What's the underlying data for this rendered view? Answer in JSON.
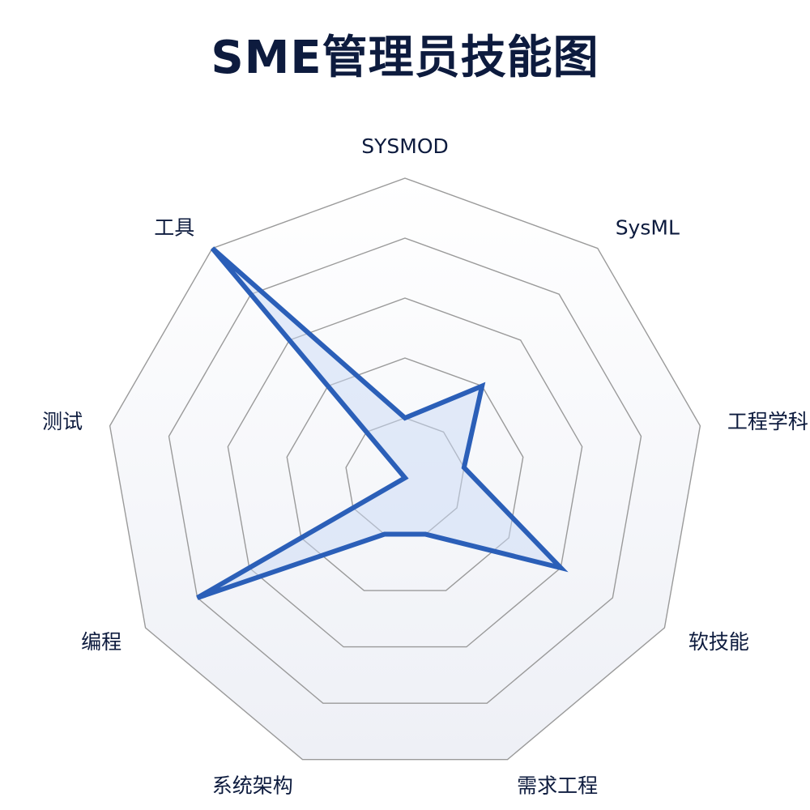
{
  "chart_data": {
    "type": "radar",
    "title": "SME管理员技能图",
    "axes": [
      "SYSMOD",
      "SysML",
      "工程学科",
      "软技能",
      "需求工程",
      "系统架构",
      "编程",
      "测试",
      "工具"
    ],
    "series": [
      {
        "values": [
          1,
          2,
          1,
          3,
          1,
          1,
          4,
          0,
          5
        ]
      }
    ],
    "rlim": [
      0,
      5
    ],
    "rings": 5,
    "grid": true,
    "colors": {
      "line": "#2b5fb8",
      "fill": "#c9daf6",
      "grid": "#9a9a9a",
      "background_top": "#ffffff",
      "background_bottom": "#eef0f6"
    }
  }
}
